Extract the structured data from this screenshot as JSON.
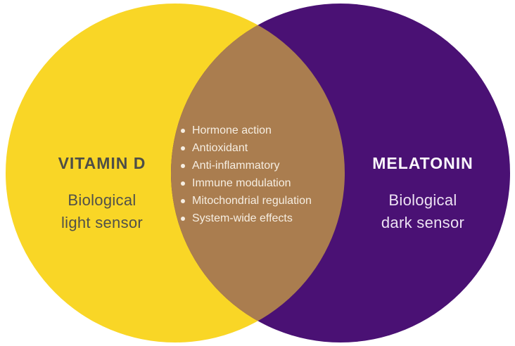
{
  "diagram": {
    "type": "venn",
    "background_color": "#FFFFFF",
    "left_circle": {
      "title": "VITAMIN D",
      "subtitle_lines": [
        "Biological",
        "light sensor"
      ],
      "fill_color": "#F9D626",
      "title_color": "#4E4E47",
      "subtitle_color": "#50504A"
    },
    "right_circle": {
      "title": "MELATONIN",
      "subtitle_lines": [
        "Biological",
        "dark sensor"
      ],
      "fill_color": "#4A1174",
      "title_color": "#FAF6FC",
      "subtitle_color": "#EDE2F3"
    },
    "intersection": {
      "fill_color": "#AA7D4F",
      "text_color": "#F6EEE2",
      "items": [
        "Hormone action",
        "Antioxidant",
        "Anti-inflammatory",
        "Immune modulation",
        "Mitochondrial regulation",
        "System-wide effects"
      ]
    }
  }
}
